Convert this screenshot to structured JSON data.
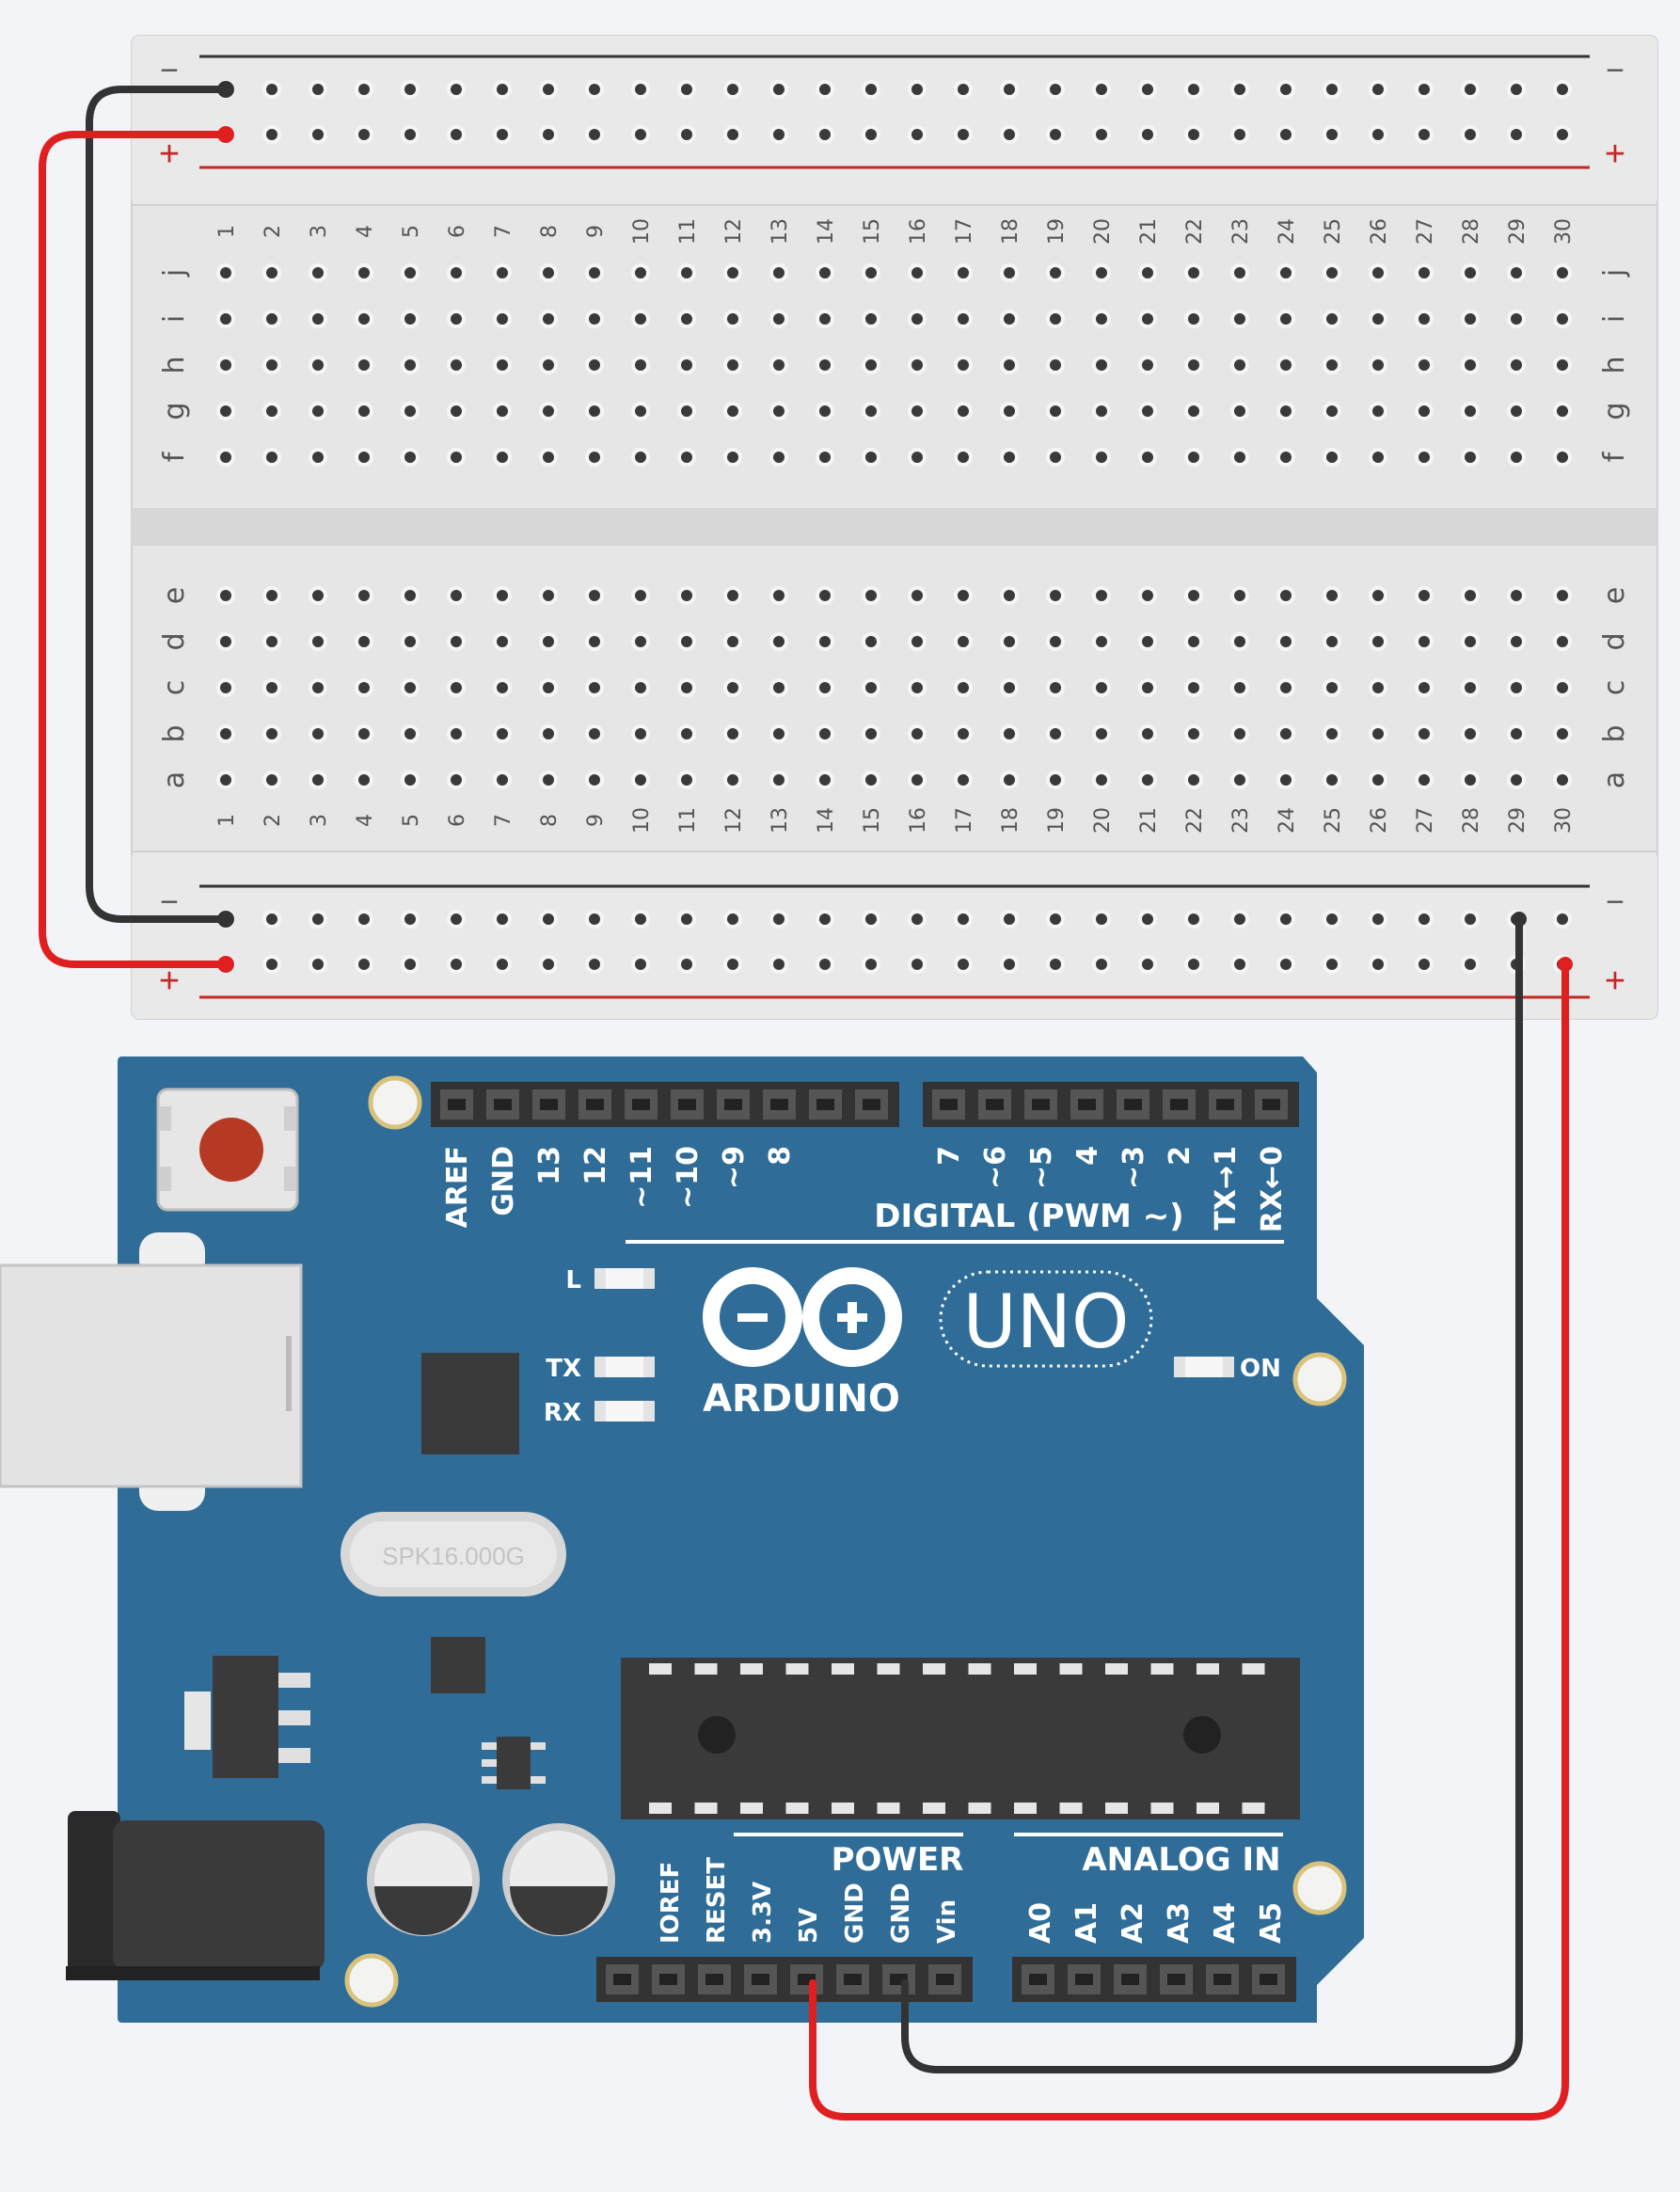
{
  "breadboard": {
    "columns": [
      "1",
      "2",
      "3",
      "4",
      "5",
      "6",
      "7",
      "8",
      "9",
      "10",
      "11",
      "12",
      "13",
      "14",
      "15",
      "16",
      "17",
      "18",
      "19",
      "20",
      "21",
      "22",
      "23",
      "24",
      "25",
      "26",
      "27",
      "28",
      "29",
      "30"
    ],
    "top_rows": [
      "j",
      "i",
      "h",
      "g",
      "f"
    ],
    "bottom_rows": [
      "e",
      "d",
      "c",
      "b",
      "a"
    ],
    "minus_label": "−",
    "plus_label": "+",
    "colors": {
      "body": "#e3e3e3",
      "hole": "#3a3a3a",
      "minus_rail": "#333333",
      "plus_rail": "#c62828"
    }
  },
  "arduino": {
    "digital_pins": [
      "AREF",
      "GND",
      "13",
      "12",
      "~11",
      "~10",
      "~9",
      "8",
      "7",
      "~6",
      "~5",
      "4",
      "~3",
      "2",
      "TX→1",
      "RX←0"
    ],
    "digital_title": "DIGITAL (PWM ~)",
    "power_pins": [
      "IOREF",
      "RESET",
      "3.3V",
      "5V",
      "GND",
      "GND",
      "Vin"
    ],
    "power_title": "POWER",
    "analog_pins": [
      "A0",
      "A1",
      "A2",
      "A3",
      "A4",
      "A5"
    ],
    "analog_title": "ANALOG IN",
    "brand": "ARDUINO",
    "model": "UNO",
    "led_l": "L",
    "led_tx": "TX",
    "led_rx": "RX",
    "on_label": "ON",
    "crystal": "SPK16.000G",
    "colors": {
      "board": "#2f6d98",
      "header": "#333333",
      "text": "#ffffff"
    }
  },
  "wires": {
    "colors": {
      "black": "#333333",
      "red": "#e02020"
    }
  }
}
